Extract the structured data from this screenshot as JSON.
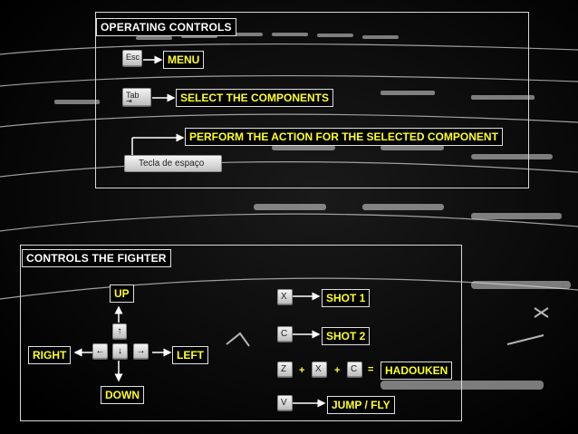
{
  "operating": {
    "title": "OPERATING CONTROLS",
    "esc_key": "Esc",
    "menu_label": "MENU",
    "tab_key": "Tab",
    "tab_key_sub": "⇥",
    "select_label": "SELECT THE COMPONENTS",
    "action_label": "PERFORM THE ACTION FOR THE SELECTED COMPONENT",
    "space_key": "Tecla de espaço"
  },
  "fighter": {
    "title": "CONTROLS THE FIGHTER",
    "up_label": "UP",
    "down_label": "DOWN",
    "right_label": "RIGHT",
    "left_label": "LEFT",
    "arrow_up": "↑",
    "arrow_down": "↓",
    "arrow_left": "←",
    "arrow_right": "→",
    "key_x": "X",
    "shot1_label": "SHOT 1",
    "key_c": "C",
    "shot2_label": "SHOT 2",
    "combo_z": "Z",
    "combo_x": "X",
    "combo_c": "C",
    "plus1": "+",
    "plus2": "+",
    "equals": "=",
    "hadouken_label": "HADOUKEN",
    "key_v": "V",
    "jump_label": "JUMP / FLY"
  },
  "colors": {
    "label_text": "#ffff22",
    "panel_border": "#d8d8d8",
    "background": "#000000"
  },
  "background_image": "keyboard-photo"
}
